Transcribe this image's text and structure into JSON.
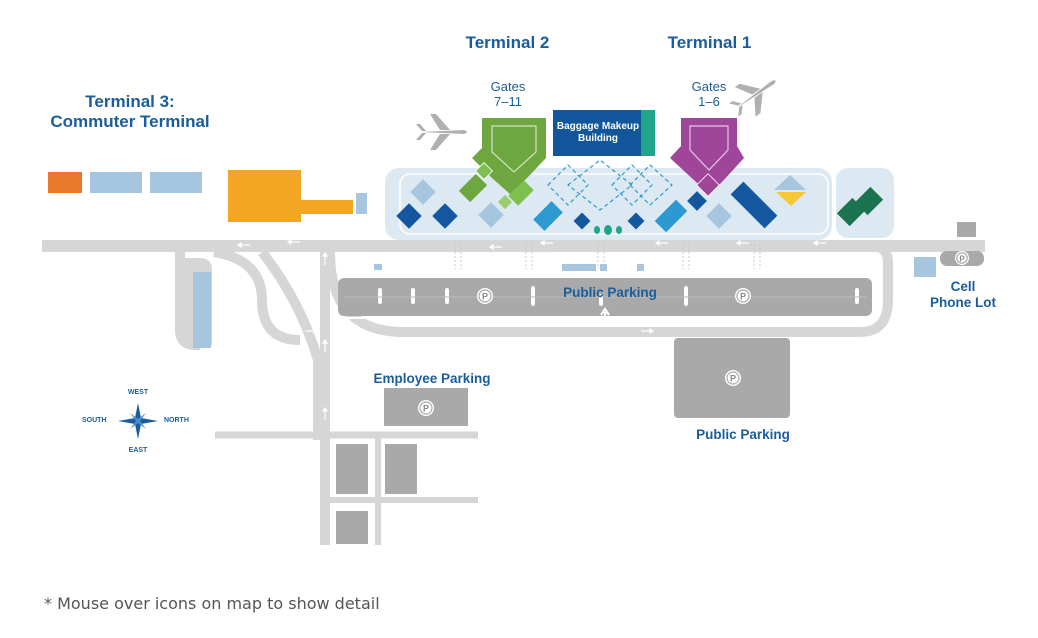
{
  "terminals": {
    "t2": "Terminal 2",
    "t1": "Terminal 1",
    "t3_line1": "Terminal 3:",
    "t3_line2": "Commuter Terminal"
  },
  "gates": {
    "t2_line1": "Gates",
    "t2_line2": "7–11",
    "t1_line1": "Gates",
    "t1_line2": "1–6"
  },
  "buildings": {
    "baggage_line1": "Baggage Makeup",
    "baggage_line2": "Building"
  },
  "parking": {
    "public_center": "Public Parking",
    "public_south": "Public Parking",
    "employee": "Employee Parking",
    "cell_line1": "Cell",
    "cell_line2": "Phone Lot",
    "parking_symbol": "P"
  },
  "compass": {
    "west": "WEST",
    "east": "EAST",
    "south": "SOUTH",
    "north": "NORTH"
  },
  "footnote": "* Mouse over icons on map to show detail",
  "colors": {
    "road": "#d6d6d6",
    "lot": "#a9a9a9",
    "terminal_area": "#dce9f3",
    "terminal1": "#a0469a",
    "terminal2": "#6ea63f",
    "terminal3": "#e8792a",
    "commuter_building": "#f2a623",
    "baggage": "#11569b",
    "teal": "#1fa68a",
    "dark_blue": "#13589f",
    "mid_blue": "#2c9ad0",
    "light_blue": "#a6c5de",
    "dark_green": "#1c7350",
    "yellow": "#f8c736",
    "label_blue": "#1a5d9c"
  }
}
